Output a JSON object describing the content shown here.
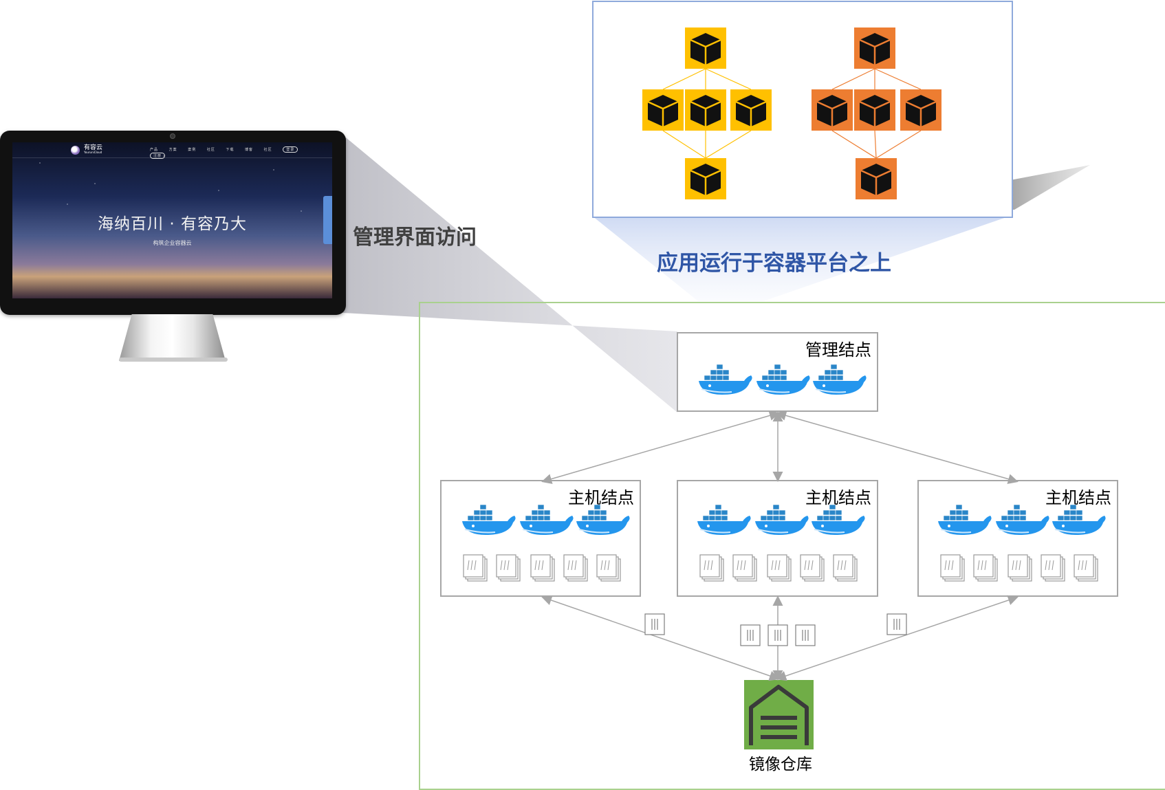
{
  "labels": {
    "management_access": "管理界面访问",
    "app_on_platform": "应用运行于容器平台之上",
    "manager_node": "管理结点",
    "host_node": "主机结点",
    "registry": "镜像仓库"
  },
  "website": {
    "logo_name": "有容云",
    "logo_sub": "YouruniCloud",
    "slogan": "海纳百川 · 有容乃大",
    "sub_slogan": "构筑企业容器云",
    "nav_items": [
      "产品",
      "方案",
      "案例",
      "社区",
      "下载",
      "博客",
      "社区"
    ],
    "nav_buttons": [
      "登录",
      "注册"
    ]
  },
  "colors": {
    "cube_yellow": "#ffc000",
    "cube_orange": "#ed7d31",
    "app_border": "#8ea9db",
    "cluster_border": "#a9d18e",
    "registry_green": "#70ad47",
    "title_blue": "#2f56a6",
    "docker_blue": "#2496ed"
  }
}
